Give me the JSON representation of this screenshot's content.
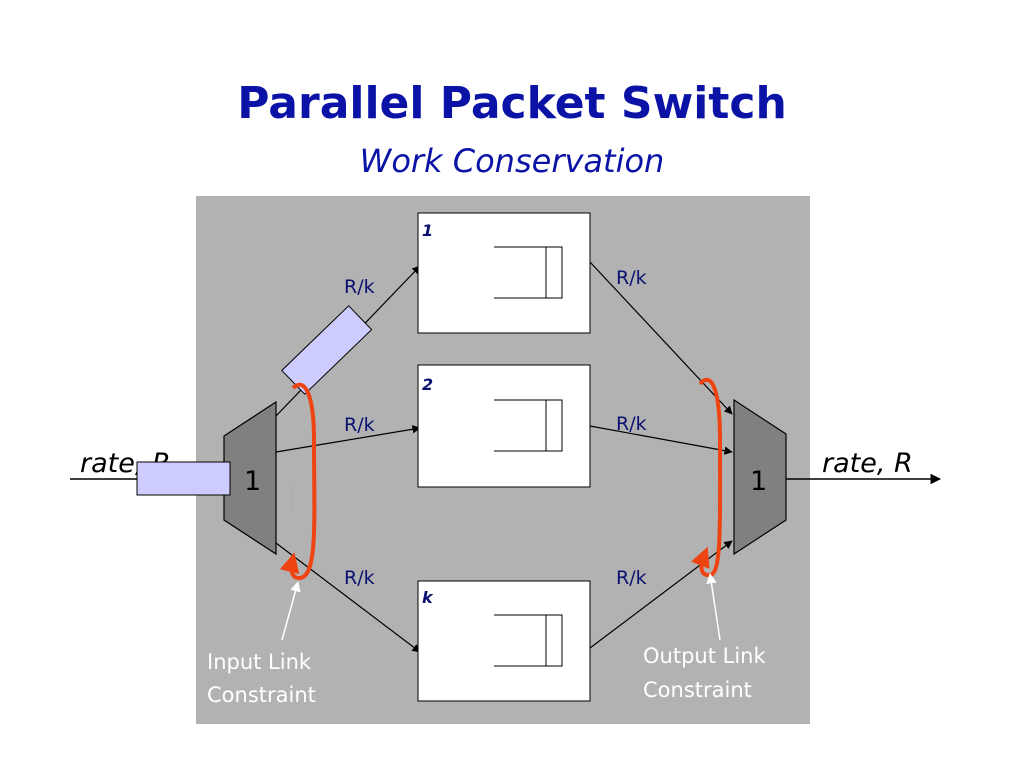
{
  "slide": {
    "title": "Parallel Packet Switch",
    "subtitle": "Work Conservation"
  },
  "diagram": {
    "layers": [
      {
        "id": "1",
        "label": "1"
      },
      {
        "id": "2",
        "label": "2"
      },
      {
        "id": "k",
        "label": "k"
      }
    ],
    "link_rate_label": "R/k",
    "input_port": {
      "label": "1",
      "rate_label": "rate, R"
    },
    "output_port": {
      "label": "1",
      "rate_label": "rate, R"
    },
    "input_constraint": {
      "line1": "Input Link",
      "line2": "Constraint"
    },
    "output_constraint": {
      "line1": "Output Link",
      "line2": "Constraint"
    },
    "colors": {
      "title": "#0a13a6",
      "panel": "#b2b2b2",
      "mux": "#808080",
      "packet_fill": "#ccccff",
      "constraint_arc": "#ee4411",
      "label_blue": "#0a1070",
      "callout_text": "#ffffff"
    }
  }
}
